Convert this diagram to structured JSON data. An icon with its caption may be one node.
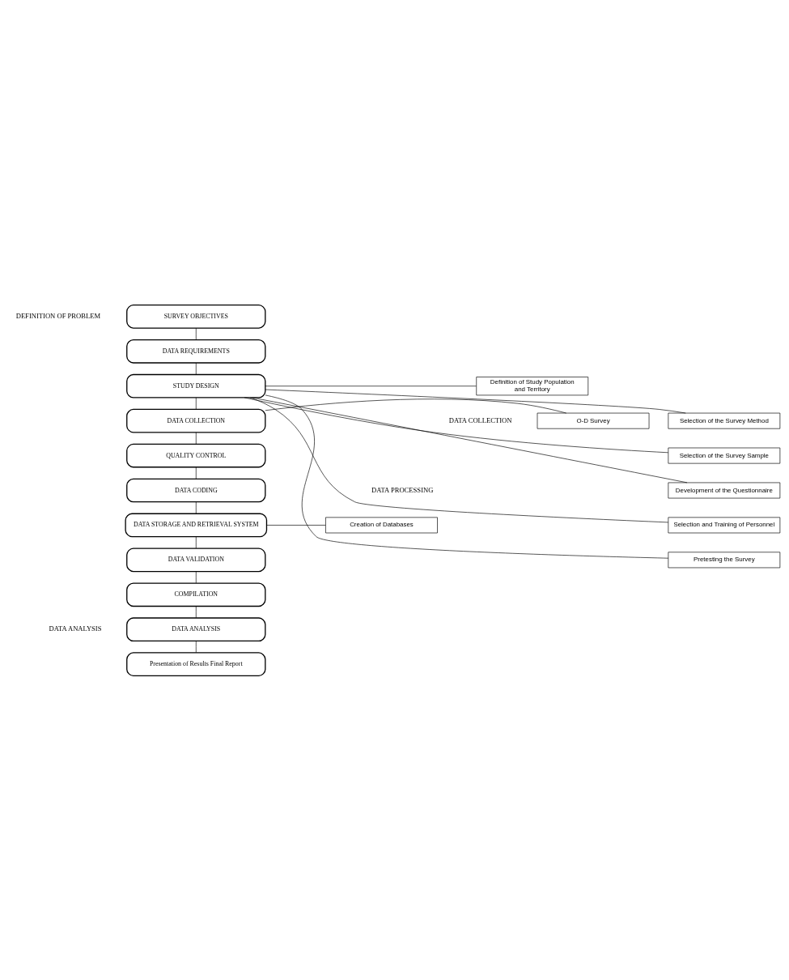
{
  "diagram": {
    "nodes": [
      {
        "text": [
          "SURVEY OBJECTIVES"
        ]
      },
      {
        "text": [
          "DATA REQUIREMENTS"
        ]
      },
      {
        "text": [
          "STUDY DESIGN"
        ]
      },
      {
        "text": [
          "Definition of Study Population and Territory"
        ]
      },
      {
        "text": [
          "Selection of the Survey Method"
        ]
      },
      {
        "text": [
          "Selection of the Survey Sample"
        ]
      },
      {
        "text": [
          "Development of the Questionnaire"
        ]
      },
      {
        "text": [
          "Selection and Training of Personnel"
        ]
      },
      {
        "text": [
          "Pretesting the Survey"
        ]
      },
      {
        "text": [
          "DATA COLLECTION"
        ]
      },
      {
        "text": [
          "O-D Survey"
        ]
      },
      {
        "text": [
          "QUALITY CONTROL"
        ]
      },
      {
        "text": [
          "DATA CODING"
        ]
      },
      {
        "text": [
          "DATA STORAGE AND RETRIEVAL SYSTEM"
        ]
      },
      {
        "text": [
          "Creation of Databases"
        ]
      },
      {
        "text": [
          "DATA VALIDATION"
        ]
      },
      {
        "text": [
          "COMPILATION"
        ]
      },
      {
        "text": [
          "DATA ANALYSIS"
        ]
      },
      {
        "text": [
          "Presentation of Results Final Report"
        ]
      }
    ],
    "edges": [
      {
        "from": 0,
        "to": 1,
        "arrow": "none"
      },
      {
        "from": 1,
        "to": 2,
        "arrow": "none"
      },
      {
        "from": 2,
        "to": 3,
        "arrow": "none"
      },
      {
        "from": 2,
        "to": 4,
        "arrow": "none"
      },
      {
        "from": 2,
        "to": 5,
        "arrow": "none"
      },
      {
        "from": 2,
        "to": 6,
        "arrow": "none"
      },
      {
        "from": 2,
        "to": 7,
        "arrow": "none"
      },
      {
        "from": 2,
        "to": 8,
        "arrow": "none"
      },
      {
        "from": 2,
        "to": 9,
        "arrow": "none"
      },
      {
        "from": 9,
        "to": 10,
        "arrow": "none"
      },
      {
        "from": 9,
        "to": 11,
        "arrow": "none"
      },
      {
        "from": 11,
        "to": 12,
        "arrow": "none"
      },
      {
        "from": 12,
        "to": 13,
        "arrow": "none"
      },
      {
        "from": 13,
        "to": 14,
        "arrow": "none"
      },
      {
        "from": 13,
        "to": 15,
        "arrow": "none"
      },
      {
        "from": 15,
        "to": 16,
        "arrow": "none"
      },
      {
        "from": 16,
        "to": 17,
        "arrow": "none"
      },
      {
        "from": 17,
        "to": 18,
        "arrow": "none"
      }
    ],
    "labels": [
      "DEFINITION OF PROBLEM",
      "DATA COLLECTION",
      "DATA PROCESSING",
      "DATA ANALYSIS"
    ]
  }
}
